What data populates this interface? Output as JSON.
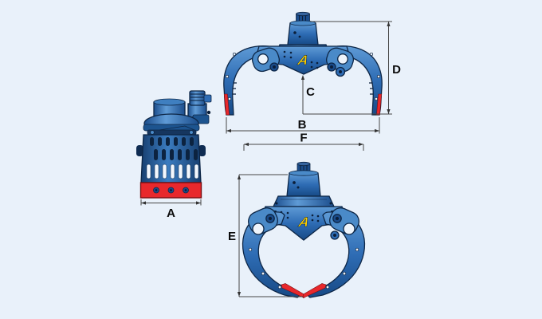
{
  "diagram": {
    "type": "technical-drawing",
    "subject": "hydraulic-grapple-with-rotator-dimension-views"
  },
  "dimensions": {
    "a": "A",
    "b": "B",
    "c": "C",
    "d": "D",
    "e": "E",
    "f": "F"
  },
  "logo": {
    "glyph": "A",
    "color": "#ffd200"
  },
  "colors": {
    "background": "#e9f1fa",
    "steel_blue": "#2e6cb4",
    "steel_blue_light": "#5f9bd6",
    "steel_navy": "#0d2646",
    "slot_dark": "#0c2340",
    "slot_light": "#f2f7fd",
    "wear_plate_red": "#e8282c",
    "wear_plate_border": "#7a0f12",
    "dimension_line": "#474747",
    "label_text": "#0b0b0b"
  }
}
